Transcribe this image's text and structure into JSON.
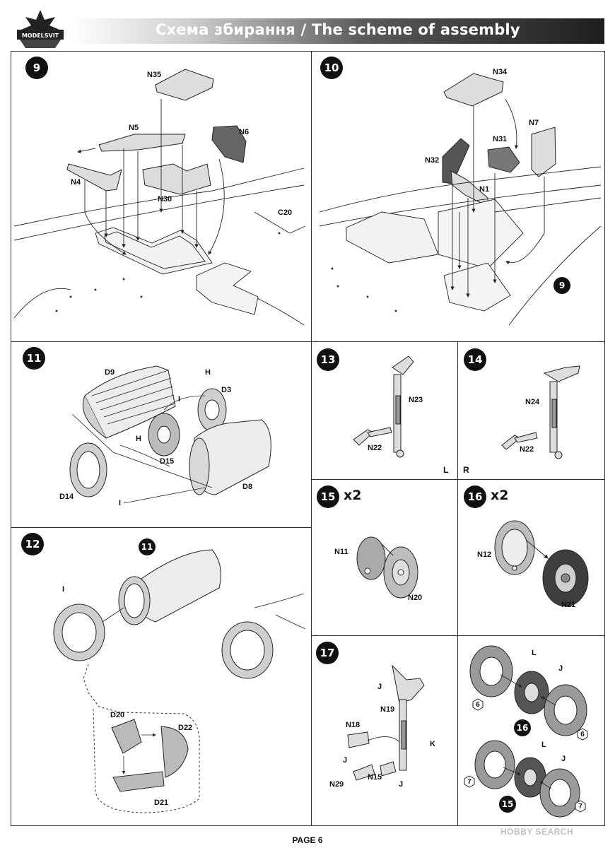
{
  "header": {
    "title": "Схема збирання / The scheme of assembly"
  },
  "brand": {
    "logo_text": "MODELSVIT"
  },
  "steps": {
    "s9": {
      "num": "9",
      "parts": {
        "n35": "N35",
        "n5": "N5",
        "n6": "N6",
        "n4": "N4",
        "n30": "N30",
        "c20": "C20"
      }
    },
    "s10": {
      "num": "10",
      "parts": {
        "n34": "N34",
        "n31": "N31",
        "n7": "N7",
        "n32": "N32",
        "n1": "N1"
      },
      "ref": "9"
    },
    "s11": {
      "num": "11",
      "parts": {
        "d9": "D9",
        "h1": "H",
        "d3": "D3",
        "i1": "I",
        "h2": "H",
        "d15": "D15",
        "d8": "D8",
        "d14": "D14",
        "i2": "I"
      }
    },
    "s12": {
      "num": "12",
      "ref": "11",
      "parts": {
        "i": "I",
        "d20": "D20",
        "d22": "D22",
        "d21": "D21"
      }
    },
    "s13": {
      "num": "13",
      "side": "L",
      "parts": {
        "n23": "N23",
        "n22": "N22"
      }
    },
    "s14": {
      "num": "14",
      "side": "R",
      "parts": {
        "n24": "N24",
        "n22": "N22"
      }
    },
    "s15": {
      "num": "15",
      "mult": "x2",
      "parts": {
        "n11": "N11",
        "n20": "N20"
      }
    },
    "s16": {
      "num": "16",
      "mult": "x2",
      "parts": {
        "n12": "N12",
        "n21": "N21"
      }
    },
    "s17": {
      "num": "17",
      "parts": {
        "j1": "J",
        "n19": "N19",
        "n18": "N18",
        "k": "K",
        "j2": "J",
        "n29": "N29",
        "n15": "N15",
        "j3": "J"
      }
    },
    "wheels": {
      "l1": "L",
      "j1": "J",
      "hex6a": "6",
      "ref16": "16",
      "hex6b": "6",
      "l2": "L",
      "j2": "J",
      "hex7a": "7",
      "ref15": "15",
      "hex7b": "7"
    }
  },
  "footer": {
    "page": "PAGE 6",
    "watermark": "HOBBY SEARCH"
  },
  "colors": {
    "accent": "#111111",
    "part_fill": "#d9d9d9",
    "tire": "#555555",
    "tire_light": "#9a9a9a"
  }
}
